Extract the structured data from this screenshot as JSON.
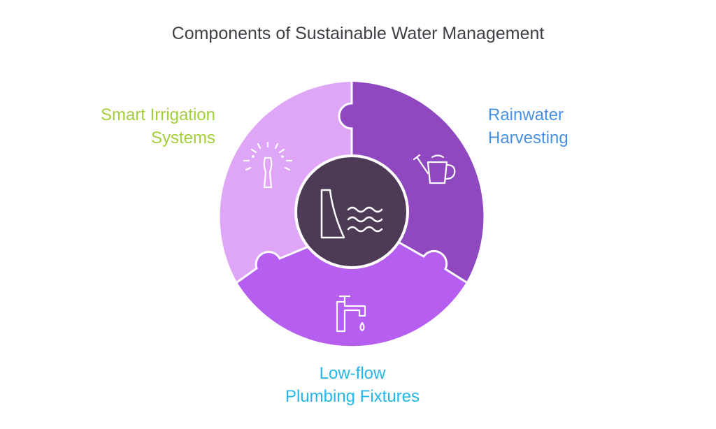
{
  "title": "Components of Sustainable Water Management",
  "segments": [
    {
      "label_lines": [
        "Smart Irrigation",
        "Systems"
      ],
      "label_color": "#a3cf3d",
      "fill": "#dfa6f8",
      "icon": "sprinkler-icon"
    },
    {
      "label_lines": [
        "Rainwater",
        "Harvesting"
      ],
      "label_color": "#4a90e2",
      "fill": "#9048c0",
      "icon": "watering-can-icon"
    },
    {
      "label_lines": [
        "Low-flow",
        "Plumbing Fixtures"
      ],
      "label_color": "#27b6e6",
      "fill": "#b55ef0",
      "icon": "faucet-icon"
    }
  ],
  "center": {
    "fill": "#4d3a55",
    "icon": "dam-water-icon"
  }
}
